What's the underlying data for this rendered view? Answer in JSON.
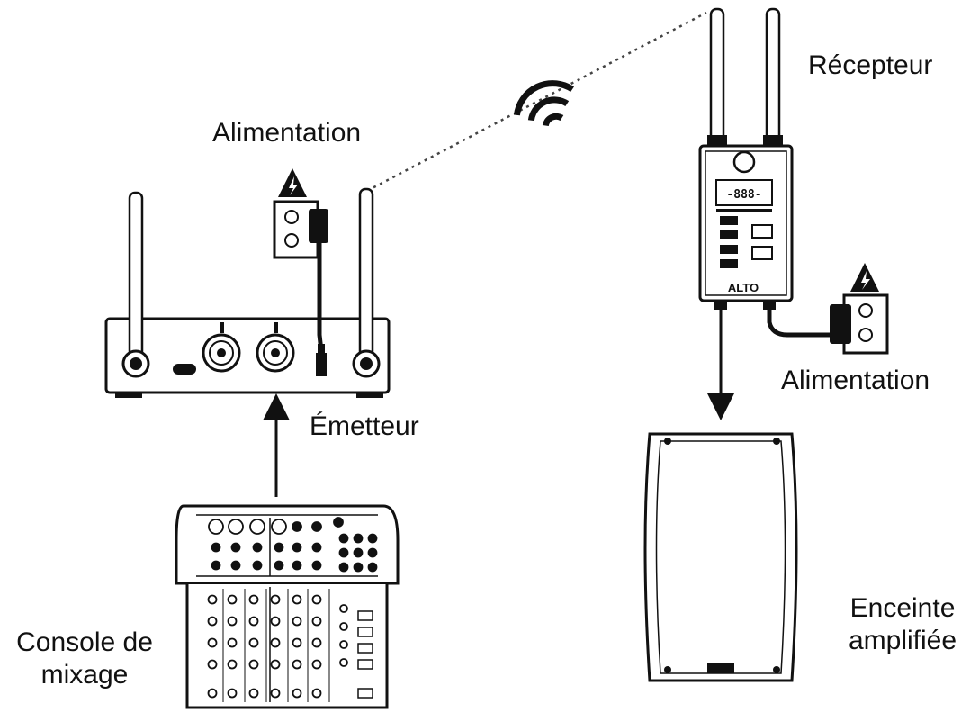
{
  "labels": {
    "power_left": "Alimentation",
    "receiver": "Récepteur",
    "transmitter": "Émetteur",
    "power_right": "Alimentation",
    "mixer_line1": "Console de",
    "mixer_line2": "mixage",
    "speaker_line1": "Enceinte",
    "speaker_line2": "amplifiée"
  },
  "device_text": {
    "brand": "ALTO",
    "receiver_display": "-888-"
  }
}
